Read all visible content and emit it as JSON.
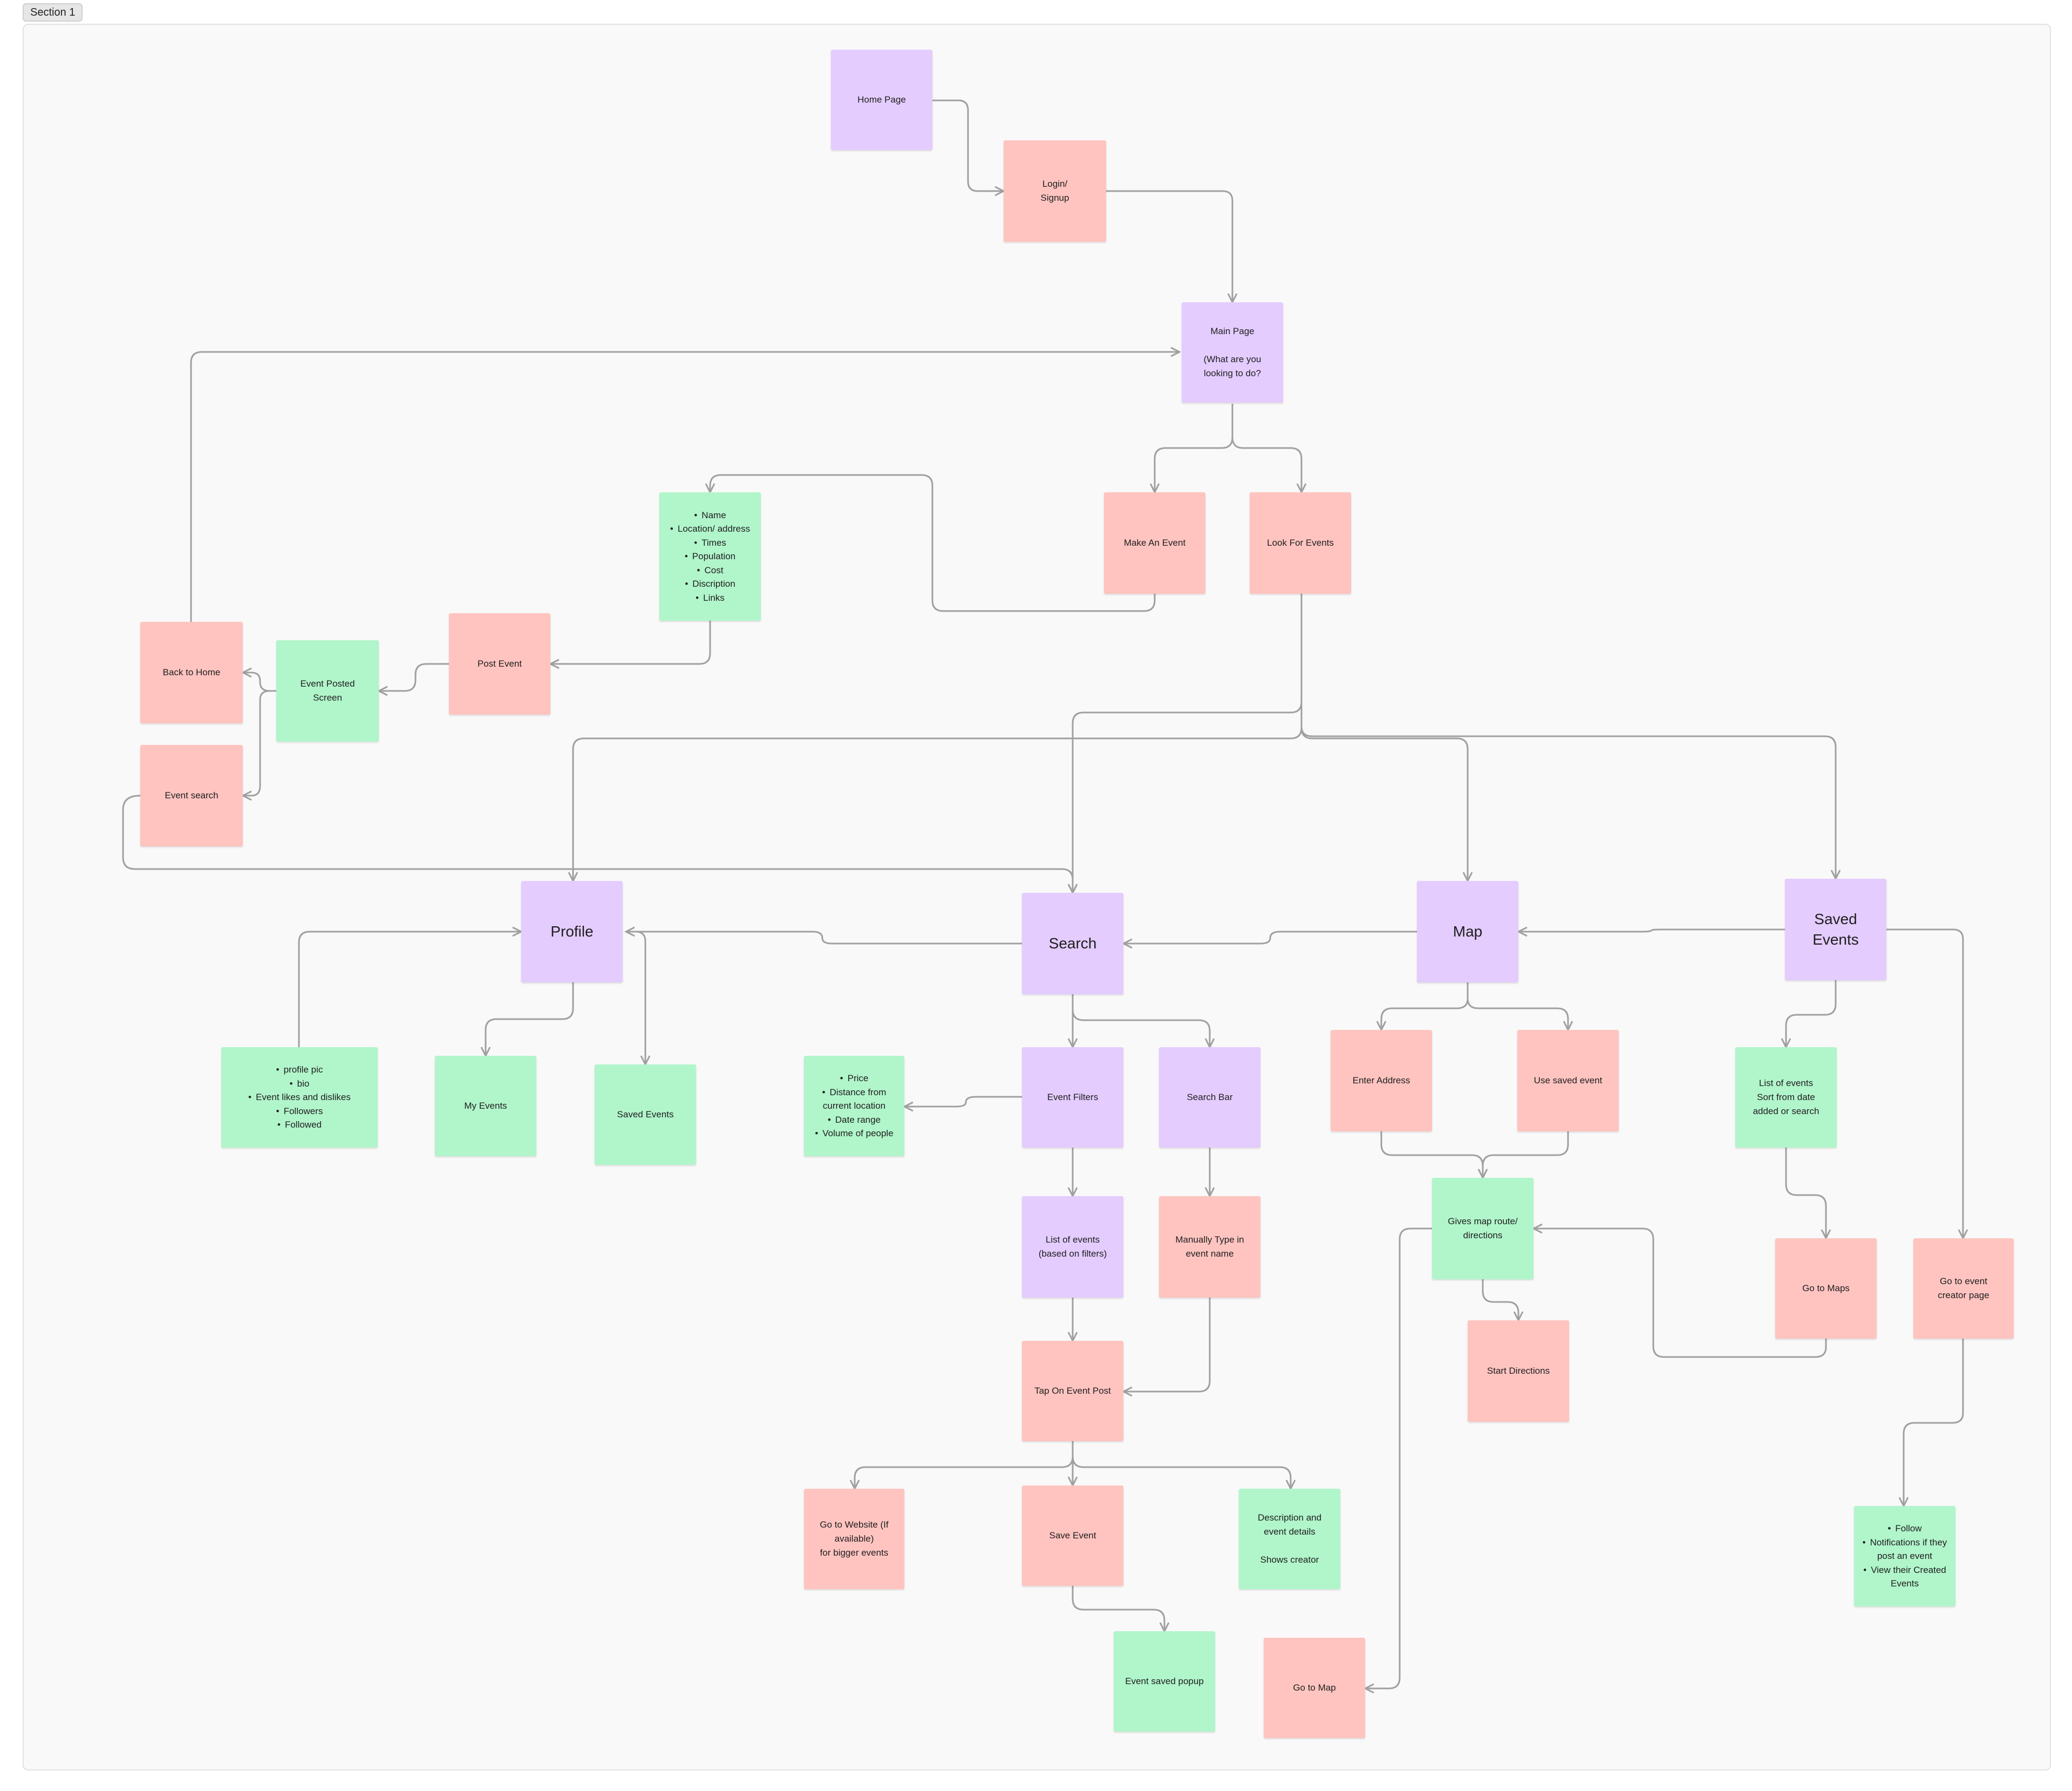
{
  "section": {
    "label": "Section 1"
  },
  "notes": {
    "home_page": "Home Page",
    "login_signup": "Login/\nSignup",
    "main_page": "Main Page\n\n(What are you\nlooking to do?",
    "make_event": "Make An Event",
    "look_events": "Look For Events",
    "event_fields": [
      "Name",
      "Location/ address",
      "Times",
      "Population",
      "Cost",
      "Discription",
      "Links"
    ],
    "post_event": "Post Event",
    "event_posted": "Event Posted\nScreen",
    "back_home": "Back to Home",
    "event_search": "Event search",
    "profile": "Profile",
    "search": "Search",
    "map": "Map",
    "saved_events_main": "Saved\nEvents",
    "profile_items": [
      "profile pic",
      "bio",
      "Event likes and dislikes",
      "Followers",
      "Followed"
    ],
    "my_events": "My Events",
    "saved_events_sub": "Saved Events",
    "filter_items": [
      "Price",
      "Distance from current location",
      "Date range",
      "Volume of people"
    ],
    "event_filters": "Event Filters",
    "search_bar": "Search Bar",
    "list_filters": "List of events\n(based on filters)",
    "manual_type": "Manually Type in\nevent name",
    "tap_post": "Tap On Event Post",
    "go_website": "Go to Website (If\navailable)\nfor bigger events",
    "save_event": "Save Event",
    "description": "Description and\nevent details\n\nShows creator",
    "saved_popup": "Event saved popup",
    "enter_address": "Enter Address",
    "use_saved": "Use saved event",
    "map_route": "Gives map route/\ndirections",
    "start_directions": "Start Directions",
    "go_to_map": "Go to Map",
    "list_saved": "List of events\nSort from date\nadded or search",
    "go_maps": "Go to Maps",
    "go_creator": "Go to event\ncreator page",
    "creator_items": [
      "Follow",
      "Notifications if they post an event",
      "View their Created Events"
    ]
  },
  "colors": {
    "purple": "#e4ccff",
    "pink": "#ffc4c0",
    "green": "#b1f5cb",
    "connector": "#a0a0a0"
  }
}
